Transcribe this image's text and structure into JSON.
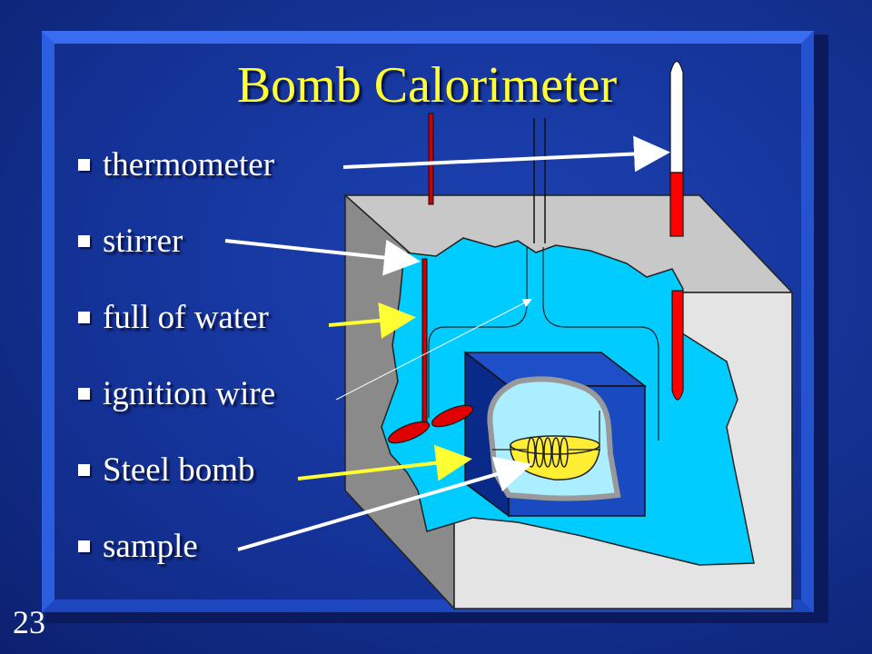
{
  "slide": {
    "title": "Bomb Calorimeter",
    "number": "23"
  },
  "bullets": [
    {
      "label": "thermometer",
      "arrow_color": "#ffffff"
    },
    {
      "label": "stirrer",
      "arrow_color": "#ffffff"
    },
    {
      "label": "full of water",
      "arrow_color": "#ffff33"
    },
    {
      "label": "ignition wire",
      "arrow_color": "#ffffff"
    },
    {
      "label": "Steel bomb",
      "arrow_color": "#ffff33"
    },
    {
      "label": "sample",
      "arrow_color": "#ffffff"
    }
  ],
  "colors": {
    "background": "#13318f",
    "title": "#ffff33",
    "text": "#ffffff",
    "water": "#00ccff",
    "bomb": "#0a2a8a",
    "bomb_interior": "#aaeeff",
    "sample": "#ffee33",
    "stirrer": "#cc0000",
    "insulation": "#cccccc"
  },
  "icons": {
    "bullet_marker": "square-bullet-icon"
  }
}
